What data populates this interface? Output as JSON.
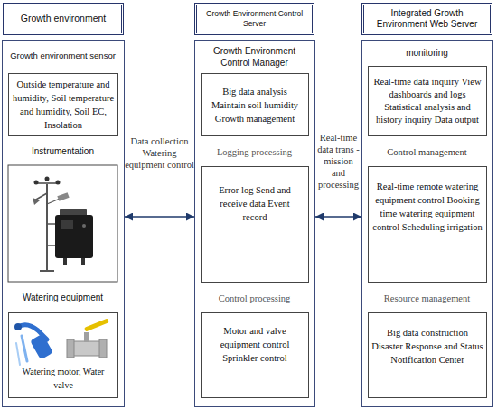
{
  "diagram": {
    "nodes": [
      {
        "text": [
          "Growth environment"
        ]
      },
      {
        "text": [
          "Growth environment sensor",
          "Instrumentation",
          "Watering equipment"
        ]
      },
      {
        "text": [
          "Outside temperature and humidity, Soil temperature and humidity, Soil EC, Insolation"
        ],
        "in": 1
      },
      {
        "text": [
          "Watering motor, Water valve"
        ],
        "in": 1
      },
      {
        "text": [
          "Growth Environment Control Server"
        ]
      },
      {
        "text": [
          "Growth Environment Control Manager",
          "Logging processing",
          "Control processing"
        ]
      },
      {
        "text": [
          "Big data analysis Maintain soil humidity Growth management"
        ],
        "in": 5
      },
      {
        "text": [
          "Error log Send and receive data Event record"
        ],
        "in": 5
      },
      {
        "text": [
          "Motor and valve equipment control Sprinkler control"
        ],
        "in": 5
      },
      {
        "text": [
          "Integrated Growth Environment Web Server"
        ]
      },
      {
        "text": [
          "monitoring",
          "Control management",
          "Resource management"
        ]
      },
      {
        "text": [
          "Real-time data inquiry View dashboards and logs Statistical analysis and history inquiry Data output"
        ],
        "in": 10
      },
      {
        "text": [
          "Real-time remote watering equipment control Booking time watering equipment control Scheduling irrigation"
        ],
        "in": 10
      },
      {
        "text": [
          "Big data construction Disaster Response and Status Notification Center"
        ],
        "in": 10
      }
    ],
    "edges": [
      {
        "from": 1,
        "to": 5,
        "label": "Data collection Watering equipment control",
        "arrow": "both"
      },
      {
        "from": 5,
        "to": 10,
        "label": "Real-time data trans -mission and processing",
        "arrow": "both"
      }
    ]
  }
}
